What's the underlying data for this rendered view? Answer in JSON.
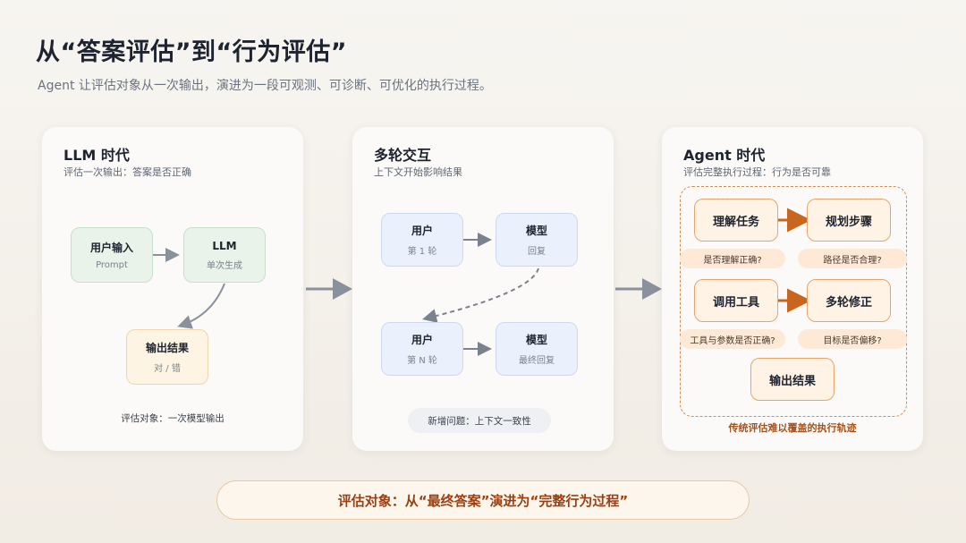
{
  "page": {
    "title": "从“答案评估”到“行为评估”",
    "subtitle": "Agent 让评估对象从一次输出，演进为一段可观测、可诊断、可优化的执行过程。"
  },
  "cards": {
    "llm": {
      "title": "LLM 时代",
      "subtitle": "评估一次输出：答案是否正确",
      "nodes": {
        "user_input": {
          "label": "用户输入",
          "sub": "Prompt"
        },
        "llm": {
          "label": "LLM",
          "sub": "单次生成"
        },
        "output": {
          "label": "输出结果",
          "sub": "对 / 错"
        }
      },
      "note": "评估对象：一次模型输出"
    },
    "multi": {
      "title": "多轮交互",
      "subtitle": "上下文开始影响结果",
      "nodes": {
        "user1": {
          "label": "用户",
          "sub": "第 1 轮"
        },
        "model1": {
          "label": "模型",
          "sub": "回复"
        },
        "userN": {
          "label": "用户",
          "sub": "第 N 轮"
        },
        "modelN": {
          "label": "模型",
          "sub": "最终回复"
        }
      },
      "note": "新增问题：上下文一致性"
    },
    "agent": {
      "title": "Agent 时代",
      "subtitle": "评估完整执行过程：行为是否可靠",
      "nodes": {
        "understand": "理解任务",
        "plan": "规划步骤",
        "tool": "调用工具",
        "revise": "多轮修正",
        "output": "输出结果"
      },
      "questions": {
        "q1": "是否理解正确?",
        "q2": "路径是否合理?",
        "q3": "工具与参数是否正确?",
        "q4": "目标是否偏移?"
      },
      "caption": "传统评估难以覆盖的执行轨迹"
    }
  },
  "banner": "评估对象：从“最终答案”演进为“完整行为过程”",
  "colors": {
    "arrow_gray": "#8a919c",
    "arrow_orange": "#c8651f",
    "accent_dark_orange": "#9a3f12"
  },
  "icons": {
    "between_cards": "arrow-right-icon"
  }
}
